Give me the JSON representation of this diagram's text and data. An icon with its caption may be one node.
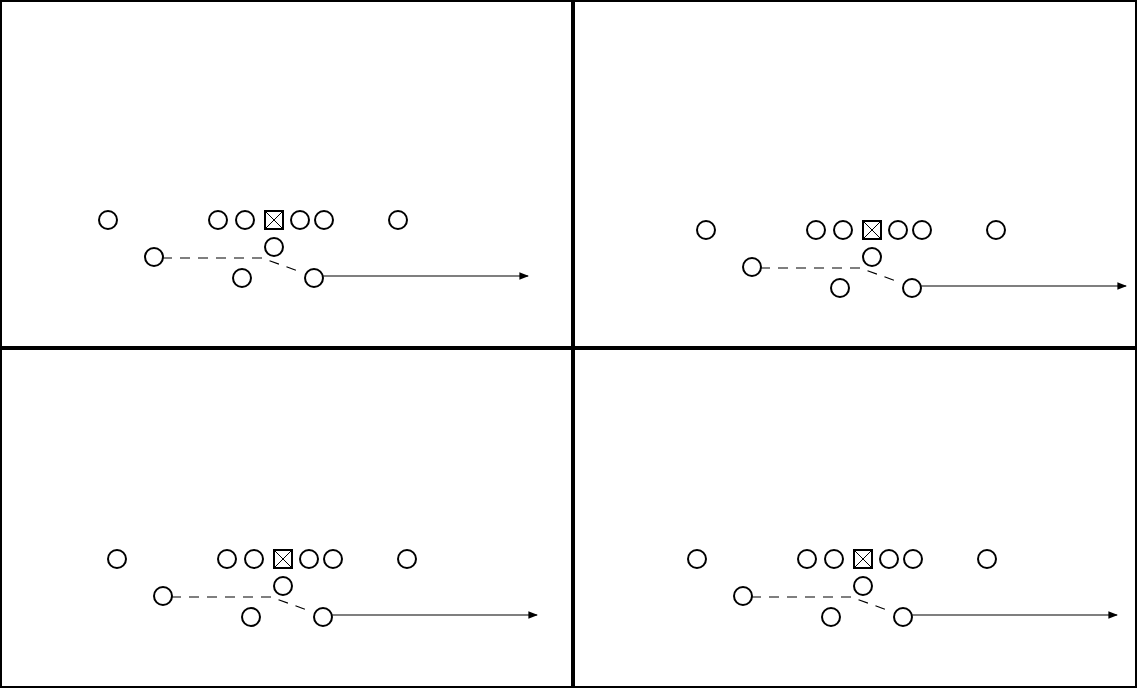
{
  "diagram": {
    "nodes": [
      {
        "text": [],
        "shape": "box"
      },
      {
        "text": [],
        "shape": "circle",
        "in": 0
      },
      {
        "text": [],
        "shape": "circle",
        "in": 0
      },
      {
        "text": [],
        "shape": "circle",
        "in": 0
      },
      {
        "text": [],
        "shape": "box",
        "in": 0
      },
      {
        "text": [],
        "shape": "circle",
        "in": 0
      },
      {
        "text": [],
        "shape": "circle",
        "in": 0
      },
      {
        "text": [],
        "shape": "circle",
        "in": 0
      },
      {
        "text": [],
        "shape": "circle",
        "in": 0
      },
      {
        "text": [],
        "shape": "circle",
        "in": 0
      },
      {
        "text": [],
        "shape": "circle",
        "in": 0
      },
      {
        "text": [],
        "shape": "circle",
        "in": 0
      },
      {
        "text": [],
        "shape": "box"
      },
      {
        "text": [],
        "shape": "circle",
        "in": 12
      },
      {
        "text": [],
        "shape": "circle",
        "in": 12
      },
      {
        "text": [],
        "shape": "circle",
        "in": 12
      },
      {
        "text": [],
        "shape": "box",
        "in": 12
      },
      {
        "text": [],
        "shape": "circle",
        "in": 12
      },
      {
        "text": [],
        "shape": "circle",
        "in": 12
      },
      {
        "text": [],
        "shape": "circle",
        "in": 12
      },
      {
        "text": [],
        "shape": "circle",
        "in": 12
      },
      {
        "text": [],
        "shape": "circle",
        "in": 12
      },
      {
        "text": [],
        "shape": "circle",
        "in": 12
      },
      {
        "text": [],
        "shape": "circle",
        "in": 12
      },
      {
        "text": [],
        "shape": "box"
      },
      {
        "text": [],
        "shape": "circle",
        "in": 24
      },
      {
        "text": [],
        "shape": "circle",
        "in": 24
      },
      {
        "text": [],
        "shape": "circle",
        "in": 24
      },
      {
        "text": [],
        "shape": "box",
        "in": 24
      },
      {
        "text": [],
        "shape": "circle",
        "in": 24
      },
      {
        "text": [],
        "shape": "circle",
        "in": 24
      },
      {
        "text": [],
        "shape": "circle",
        "in": 24
      },
      {
        "text": [],
        "shape": "circle",
        "in": 24
      },
      {
        "text": [],
        "shape": "circle",
        "in": 24
      },
      {
        "text": [],
        "shape": "circle",
        "in": 24
      },
      {
        "text": [],
        "shape": "circle",
        "in": 24
      },
      {
        "text": [],
        "shape": "box"
      },
      {
        "text": [],
        "shape": "circle",
        "in": 36
      },
      {
        "text": [],
        "shape": "circle",
        "in": 36
      },
      {
        "text": [],
        "shape": "circle",
        "in": 36
      },
      {
        "text": [],
        "shape": "box",
        "in": 36
      },
      {
        "text": [],
        "shape": "circle",
        "in": 36
      },
      {
        "text": [],
        "shape": "circle",
        "in": 36
      },
      {
        "text": [],
        "shape": "circle",
        "in": 36
      },
      {
        "text": [],
        "shape": "circle",
        "in": 36
      },
      {
        "text": [],
        "shape": "circle",
        "in": 36
      },
      {
        "text": [],
        "shape": "circle",
        "in": 36
      },
      {
        "text": [],
        "shape": "circle",
        "in": 36
      }
    ],
    "edges": [
      {
        "from": 9,
        "to": 11,
        "arrow": "none",
        "style": "dashed"
      },
      {
        "from": 11,
        "to": null,
        "arrow": "to"
      },
      {
        "from": 21,
        "to": 23,
        "arrow": "none",
        "style": "dashed"
      },
      {
        "from": 23,
        "to": null,
        "arrow": "to"
      },
      {
        "from": 33,
        "to": 35,
        "arrow": "none",
        "style": "dashed"
      },
      {
        "from": 35,
        "to": null,
        "arrow": "to"
      },
      {
        "from": 45,
        "to": 47,
        "arrow": "none",
        "style": "dashed"
      },
      {
        "from": 47,
        "to": null,
        "arrow": "to"
      }
    ]
  }
}
